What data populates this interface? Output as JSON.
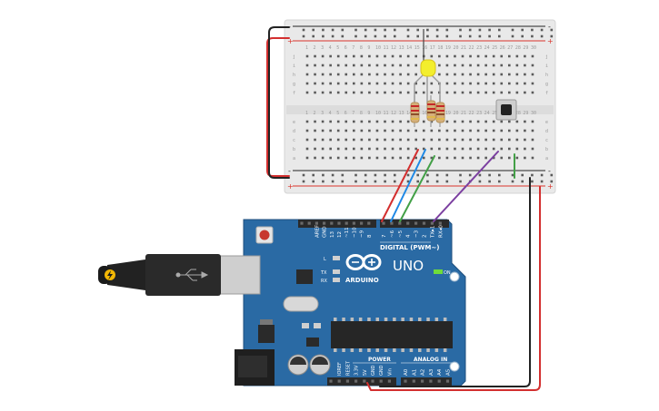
{
  "breadboard": {
    "rail_plus": "+",
    "rail_minus": "-",
    "row_letters_top": [
      "j",
      "i",
      "h",
      "g",
      "f"
    ],
    "row_letters_bottom": [
      "e",
      "d",
      "c",
      "b",
      "a"
    ],
    "column_numbers": [
      "1",
      "2",
      "3",
      "4",
      "5",
      "6",
      "7",
      "8",
      "9",
      "10",
      "11",
      "12",
      "13",
      "14",
      "15",
      "16",
      "17",
      "18",
      "19",
      "20",
      "21",
      "22",
      "23",
      "24",
      "25",
      "26",
      "27",
      "28",
      "29",
      "30"
    ]
  },
  "board": {
    "brand": "ARDUINO",
    "model": "UNO",
    "digital_label": "DIGITAL (PWM~)",
    "analog_label": "ANALOG IN",
    "power_label": "POWER",
    "on_label": "ON",
    "led_labels": [
      "L",
      "TX",
      "RX"
    ],
    "digital_pins": [
      "AREF",
      "GND",
      "13",
      "12",
      "~11",
      "~10",
      "~9",
      "8",
      "7",
      "~6",
      "~5",
      "4",
      "~3",
      "2",
      "TX▸1",
      "RX◂0"
    ],
    "power_pins": [
      "IOREF",
      "RESET",
      "3.3V",
      "5V",
      "GND",
      "GND",
      "Vin"
    ],
    "analog_pins": [
      "A0",
      "A1",
      "A2",
      "A3",
      "A4",
      "A5"
    ]
  },
  "colors": {
    "board": "#2a6aa4",
    "board_dark": "#1f4f7e",
    "breadboard": "#e9e9e9",
    "rail_red": "#d9342b",
    "rail_black": "#222222",
    "wire_red": "#d32f2f",
    "wire_black": "#222222",
    "wire_blue": "#1e88e5",
    "wire_green": "#43a047",
    "wire_purple": "#7b3fa0",
    "led_yellow": "#f3ee2d"
  }
}
